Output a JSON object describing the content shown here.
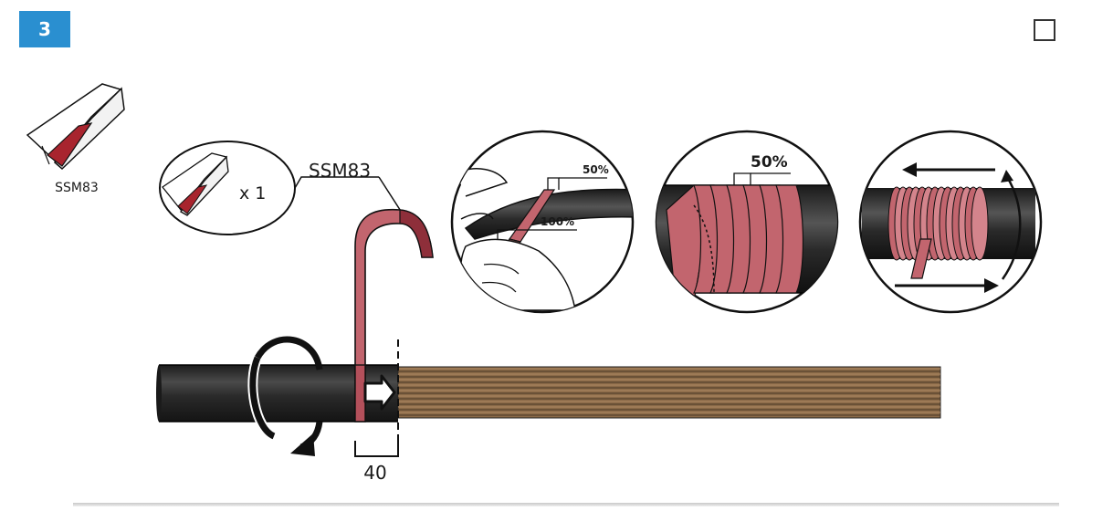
{
  "step": {
    "number": "3"
  },
  "checkbox": {
    "checked": false
  },
  "product": {
    "code": "SSM83"
  },
  "kit": {
    "quantity": "x 1"
  },
  "callout": {
    "label": "SSM83"
  },
  "dimension": {
    "value": "40"
  },
  "detail_1": {
    "overlap_top": "50%",
    "overlap_bottom": "100%"
  },
  "detail_2": {
    "overlap": "50%"
  },
  "colors": {
    "accent": "#2a8fd0",
    "tape": "#c2656e",
    "tape_dark": "#8e2f3a",
    "liner_red": "#a8242e",
    "cable": "#2b2b2b",
    "conductors": "#8a6a48"
  },
  "icons": [
    "tape-roll-icon",
    "rotate-arrow-icon",
    "push-arrow-icon",
    "direction-arrow-icon"
  ]
}
